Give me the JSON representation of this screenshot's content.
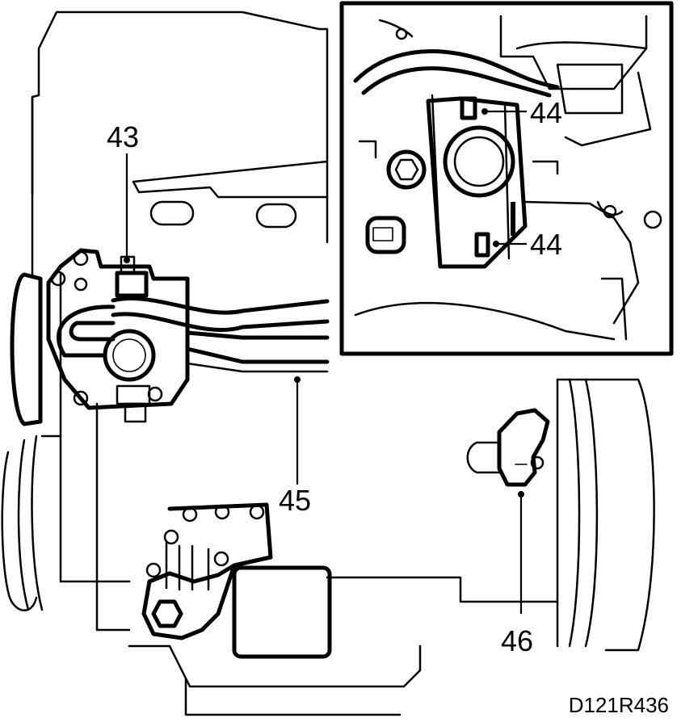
{
  "figure_id": "D121R436",
  "callouts": {
    "c43": "43",
    "c44a": "44",
    "c44b": "44",
    "c45": "45",
    "c46": "46"
  },
  "colors": {
    "line": "#000000",
    "background": "#ffffff"
  }
}
